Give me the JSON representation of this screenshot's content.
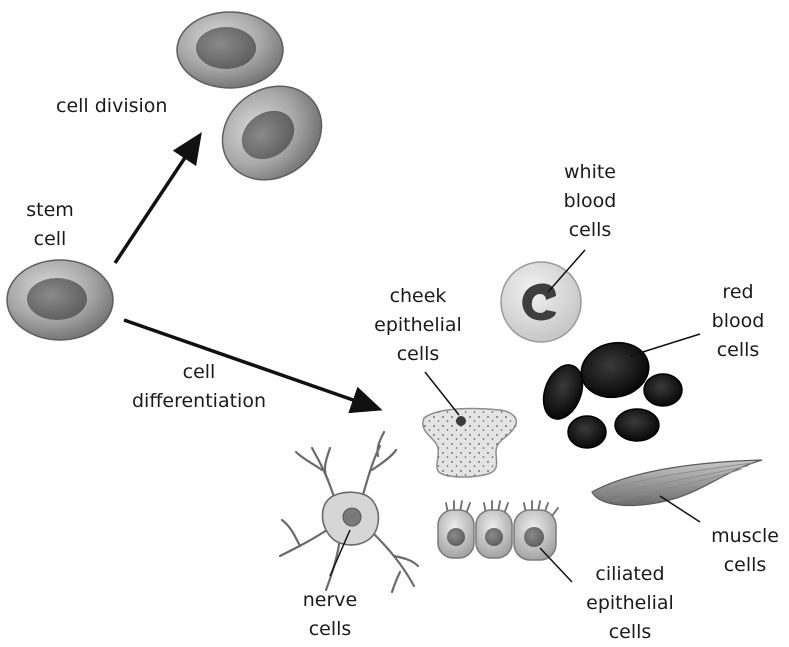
{
  "labels": {
    "cell_division": [
      "cell division"
    ],
    "stem_cell": [
      "stem",
      "cell"
    ],
    "cell_differentiation": [
      "cell",
      "differentiation"
    ],
    "white_blood_cells": [
      "white",
      "blood",
      "cells"
    ],
    "red_blood_cells": [
      "red",
      "blood",
      "cells"
    ],
    "cheek_epithelial_cells": [
      "cheek",
      "epithelial",
      "cells"
    ],
    "nerve_cells": [
      "nerve",
      "cells"
    ],
    "ciliated_epithelial_cells": [
      "ciliated",
      "epithelial",
      "cells"
    ],
    "muscle_cells": [
      "muscle",
      "cells"
    ]
  }
}
